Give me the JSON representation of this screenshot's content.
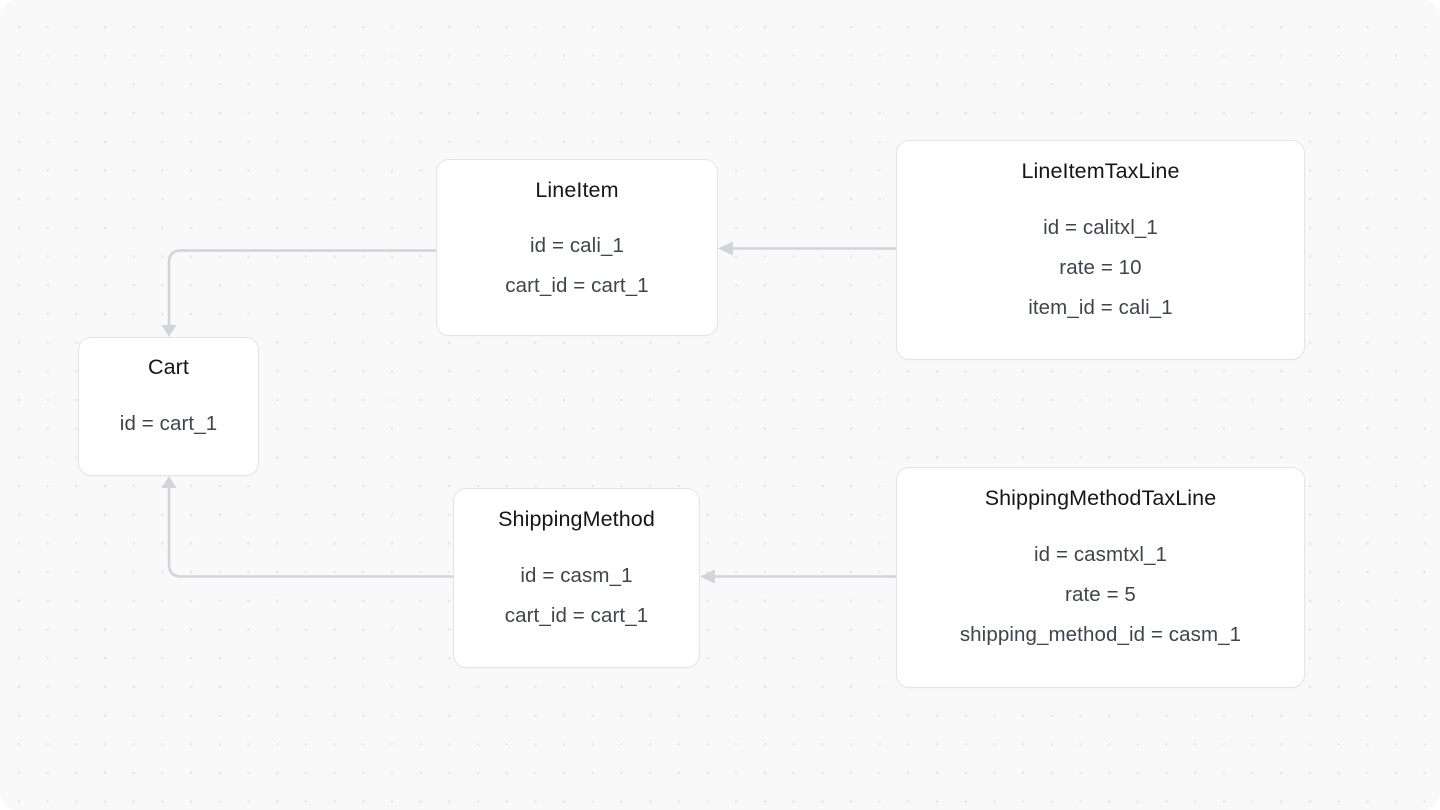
{
  "canvas": {
    "background_color": "#f9f9fa",
    "dot_color": "#e3e3e6",
    "edge_color": "#d3d4d9"
  },
  "diagram": {
    "type": "entity-relationship-graph",
    "nodes": [
      {
        "id": "lineitem",
        "title": "LineItem",
        "fields": [
          "id = cali_1",
          "cart_id = cart_1"
        ]
      },
      {
        "id": "lineitemtaxline",
        "title": "LineItemTaxLine",
        "fields": [
          "id = calitxl_1",
          "rate = 10",
          "item_id = cali_1"
        ]
      },
      {
        "id": "cart",
        "title": "Cart",
        "fields": [
          "id = cart_1"
        ]
      },
      {
        "id": "shippingmethod",
        "title": "ShippingMethod",
        "fields": [
          "id = casm_1",
          "cart_id = cart_1"
        ]
      },
      {
        "id": "shippingmethodtaxline",
        "title": "ShippingMethodTaxLine",
        "fields": [
          "id = casmtxl_1",
          "rate = 5",
          "shipping_method_id = casm_1"
        ]
      }
    ],
    "edges": [
      {
        "id": "edge-lineitemtaxline-to-lineitem",
        "from": "lineitemtaxline",
        "to": "lineitem",
        "arrow": "to"
      },
      {
        "id": "edge-lineitem-to-cart",
        "from": "lineitem",
        "to": "cart",
        "arrow": "to"
      },
      {
        "id": "edge-shippingmethodtaxline-to-shippingmethod",
        "from": "shippingmethodtaxline",
        "to": "shippingmethod",
        "arrow": "to"
      },
      {
        "id": "edge-shippingmethod-to-cart",
        "from": "shippingmethod",
        "to": "cart",
        "arrow": "to"
      }
    ]
  }
}
